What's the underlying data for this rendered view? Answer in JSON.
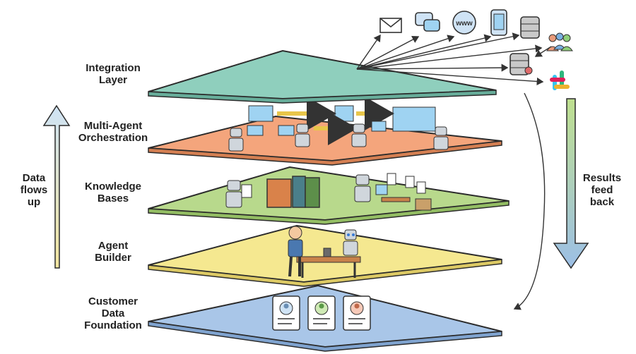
{
  "layers": [
    {
      "id": "integration",
      "label": "Integration\nLayer",
      "color": "#8fcfbd"
    },
    {
      "id": "orchestration",
      "label": "Multi-Agent\nOrchestration",
      "color": "#f4a57c"
    },
    {
      "id": "knowledge",
      "label": "Knowledge\nBases",
      "color": "#b8d98c"
    },
    {
      "id": "builder",
      "label": "Agent\nBuilder",
      "color": "#f5e890"
    },
    {
      "id": "foundation",
      "label": "Customer\nData\nFoundation",
      "color": "#a9c6e8"
    }
  ],
  "left_arrow": {
    "label": "Data\nflows\nup"
  },
  "right_arrow": {
    "label": "Results\nfeed\nback"
  },
  "integrations": [
    "mail-icon",
    "chat-icon",
    "www-icon",
    "phone-icon",
    "database-icon",
    "users-icon",
    "database-user-icon",
    "slack-icon"
  ],
  "globe_text": "www",
  "colors": {
    "outline": "#2b2b2b",
    "arrow_up_top": "#cfe3f5",
    "arrow_up_bottom": "#f3e6a0",
    "arrow_down_top": "#bfe08f",
    "arrow_down_bottom": "#9cbfe6"
  }
}
